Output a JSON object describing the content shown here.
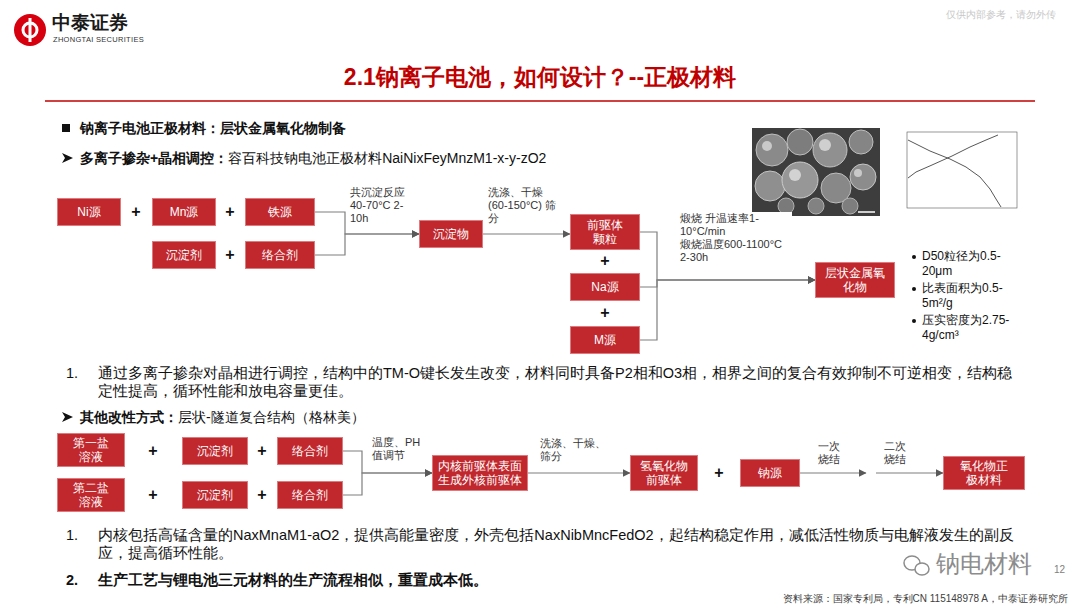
{
  "diagram": {
    "title": "2.1钠离子电池，如何设计？--正极材料",
    "caption": "资料来源：国家专利局，专利CN 115148978 A，中泰证券研究所",
    "nodes": [
      {
        "text": [
          "Ni源"
        ]
      },
      {
        "text": [
          "Mn源"
        ]
      },
      {
        "text": [
          "铁源"
        ]
      },
      {
        "text": [
          "沉淀剂"
        ]
      },
      {
        "text": [
          "络合剂"
        ]
      },
      {
        "text": [
          "沉淀物"
        ]
      },
      {
        "text": [
          "前驱体颗粒"
        ]
      },
      {
        "text": [
          "Na源"
        ]
      },
      {
        "text": [
          "M源"
        ]
      },
      {
        "text": [
          "层状金属氧化物"
        ]
      },
      {
        "text": [
          "第一盐溶液"
        ]
      },
      {
        "text": [
          "沉淀剂"
        ]
      },
      {
        "text": [
          "络合剂"
        ]
      },
      {
        "text": [
          "第二盐溶液"
        ]
      },
      {
        "text": [
          "沉淀剂"
        ]
      },
      {
        "text": [
          "络合剂"
        ]
      },
      {
        "text": [
          "内核前驱体表面生成外核前驱体"
        ]
      },
      {
        "text": [
          "氢氧化物前驱体"
        ]
      },
      {
        "text": [
          "钠源"
        ]
      },
      {
        "text": [
          "氧化物正极材料"
        ]
      }
    ],
    "edges": [
      {
        "from": 2,
        "to": 5,
        "arrow": "to",
        "label": "共沉淀反应 40-70°C 2-10h"
      },
      {
        "from": 4,
        "to": 5,
        "arrow": "to"
      },
      {
        "from": 5,
        "to": 6,
        "arrow": "to",
        "label": "洗涤、干燥 (60-150°C) 筛分"
      },
      {
        "from": 6,
        "to": 9,
        "arrow": "to"
      },
      {
        "from": 7,
        "to": 9,
        "arrow": "to",
        "label": "煅烧 升温速率1-10°C/min 煅烧温度600-1100°C 2-30h"
      },
      {
        "from": 8,
        "to": 9,
        "arrow": "to"
      },
      {
        "from": 12,
        "to": 16,
        "arrow": "to",
        "label": "温度、PH值调节"
      },
      {
        "from": 15,
        "to": 16,
        "arrow": "to"
      },
      {
        "from": 16,
        "to": 17,
        "arrow": "to",
        "label": "洗涤、干燥、筛分"
      },
      {
        "from": 18,
        "to": 19,
        "arrow": "to",
        "label": "一次烧结"
      }
    ],
    "labels": [
      "中泰证券",
      "ZHONGTAI SECURITIES",
      "仅供内部参考，请勿外传",
      "钠离子电池正极材料：层状金属氧化物制备",
      "多离子掺杂+晶相调控：",
      "容百科技钠电池正极材料NaiNixFeyMnzM1-x-y-zO2",
      "+",
      "+",
      "+",
      "+",
      "+",
      "D50粒径为0.5-20μm",
      "比表面积为0.5-5m²/g",
      "压实密度为2.75-4g/cm³",
      "1.",
      "通过多离子掺杂对晶相进行调控，结构中的TM-O键长发生改变，材料同时具备P2相和O3相，相界之间的复合有效抑制不可逆相变，结构稳定性提高，循环性能和放电容量更佳。",
      "其他改性方式：",
      "层状-隧道复合结构（格林美）",
      "+",
      "+",
      "+",
      "+",
      "+",
      "二次烧结",
      "1.",
      "内核包括高锰含量的NaxMnaM1-aO2，提供高能量密度，外壳包括NaxNibMncFedO2，起结构稳定作用，减低活性物质与电解液发生的副反应，提高循环性能。",
      "2.",
      "生产工艺与锂电池三元材料的生产流程相似，重置成本低。",
      "12",
      "钠电材料"
    ]
  }
}
